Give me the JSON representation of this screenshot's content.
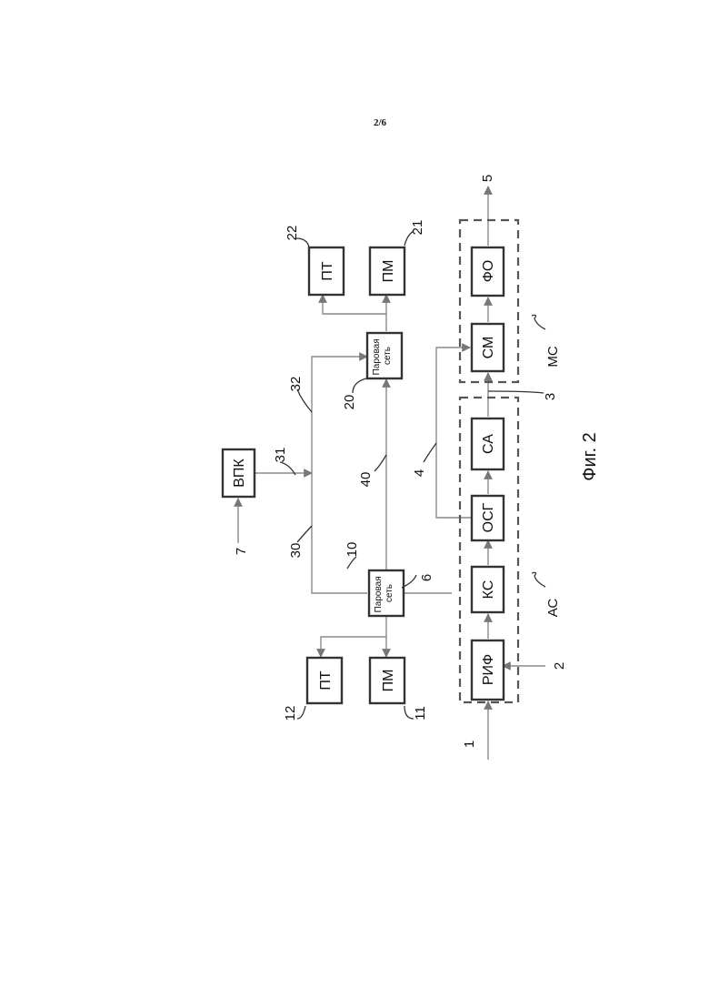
{
  "page_number": "2/6",
  "figure_caption": "Фиг. 2",
  "blocks": {
    "vpk": "ВПК",
    "steam_net_left": "Паровая сеть",
    "steam_net_right": "Паровая сеть",
    "pm_left": "ПМ",
    "pt_left": "ПТ",
    "pm_right": "ПМ",
    "pt_right": "ПТ",
    "rif": "РИФ",
    "ks": "КС",
    "osg": "ОСГ",
    "sa": "СА",
    "sm": "СМ",
    "fo": "ФО"
  },
  "groups": {
    "as": "АС",
    "ms": "МС"
  },
  "refs": {
    "r1": "1",
    "r2": "2",
    "r3": "3",
    "r4": "4",
    "r5": "5",
    "r6": "6",
    "r7": "7",
    "r10": "10",
    "r11": "11",
    "r12": "12",
    "r20": "20",
    "r21": "21",
    "r22": "22",
    "r30": "30",
    "r31": "31",
    "r32": "32",
    "r40": "40"
  }
}
